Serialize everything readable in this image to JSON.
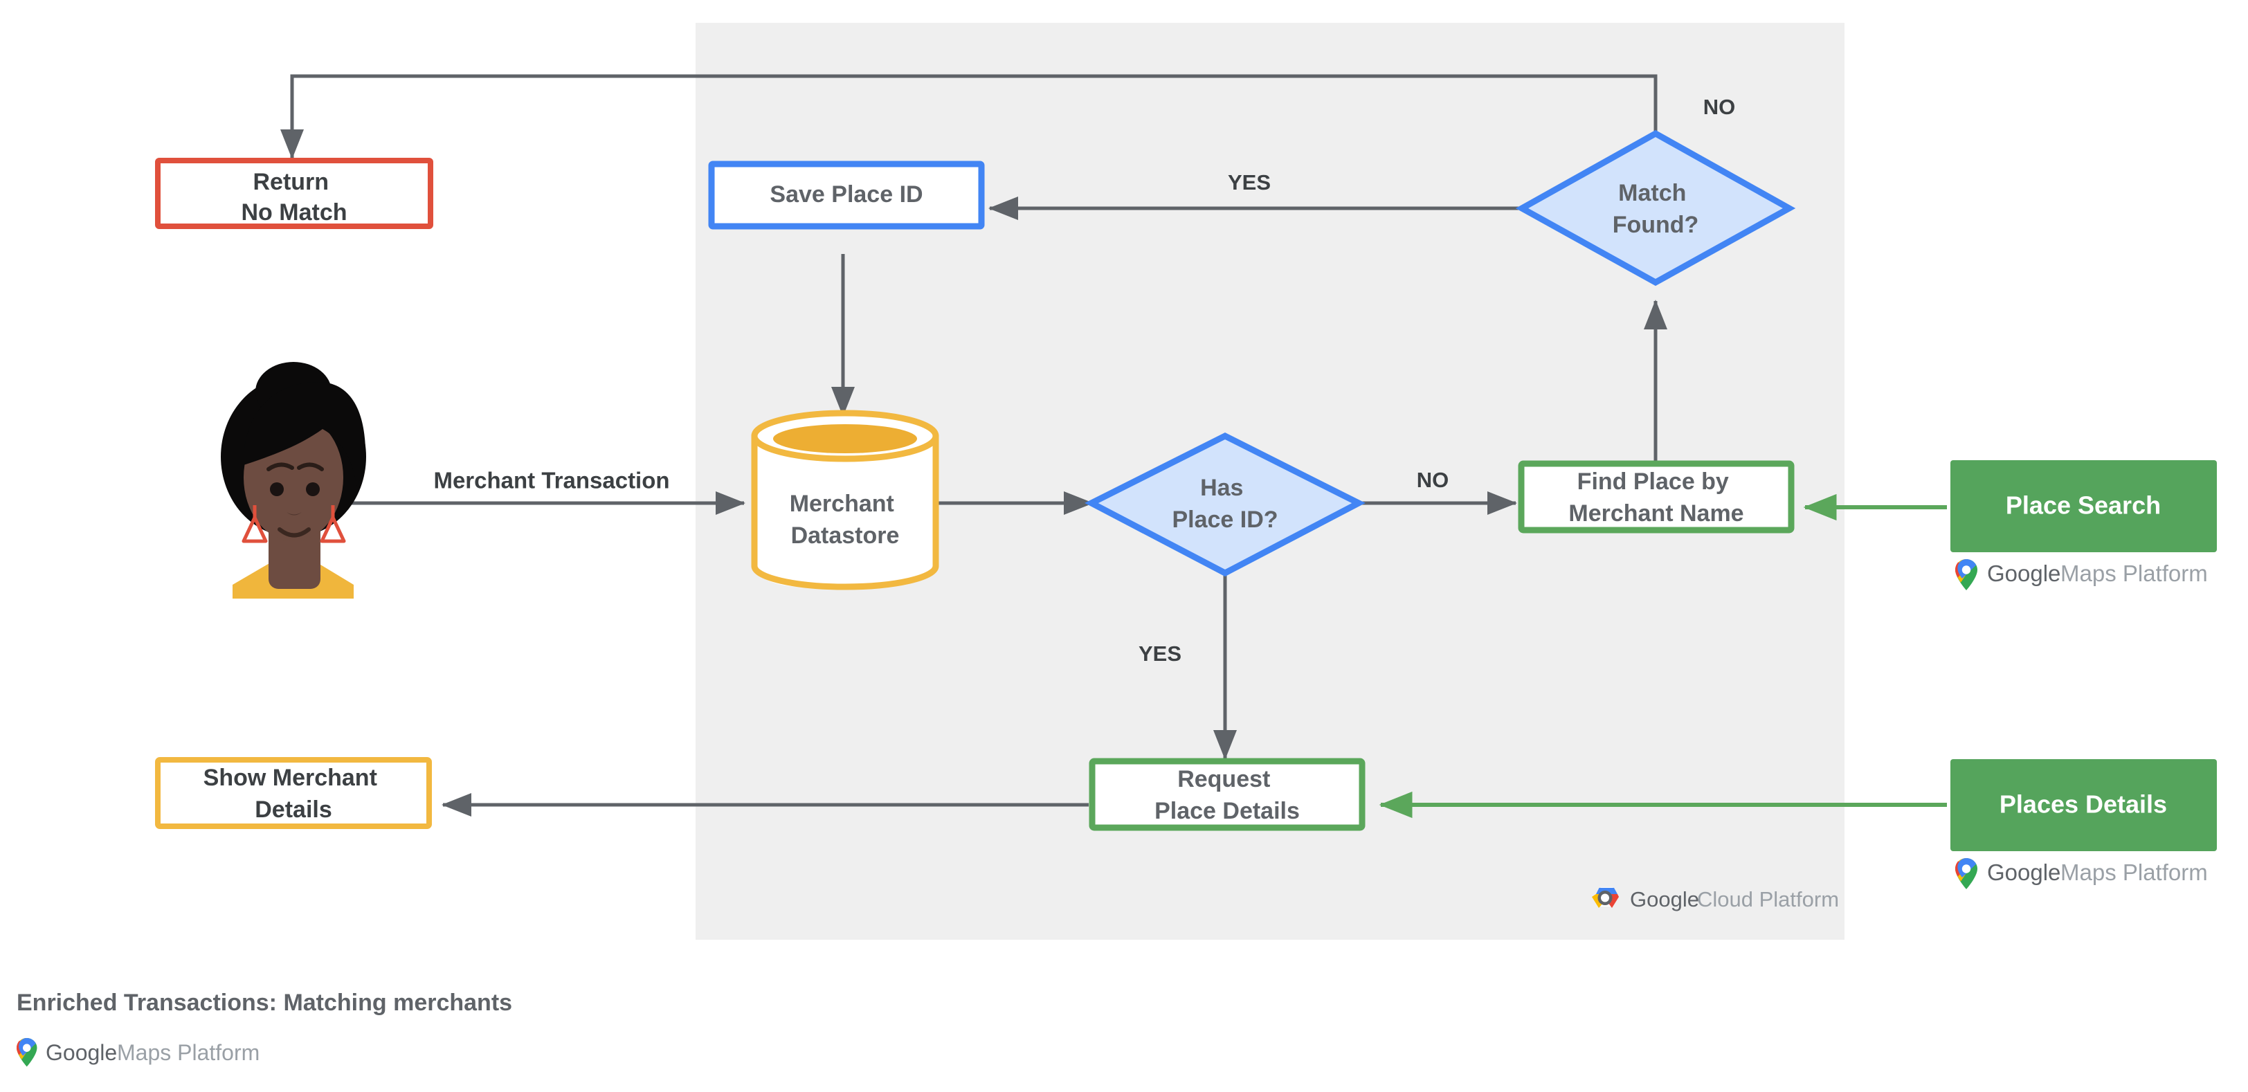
{
  "diagram": {
    "title": "Enriched Transactions: Matching merchants",
    "panel": {
      "name": "google-cloud-platform-panel",
      "fill": "#efefef"
    },
    "colors": {
      "blue": "#4285f4",
      "blue_fill": "#d2e3fc",
      "green": "#5ba75b",
      "yellow": "#f2b840",
      "red": "#e0503c",
      "gray_line": "#5f6368",
      "text": "#5f6368",
      "panel_bg": "#efefef"
    },
    "actor": {
      "name": "merchant-customer-avatar",
      "skin": "#6d4c41",
      "hair": "#000000",
      "shirt": "#f2b840",
      "earrings": "#e0503c"
    },
    "nodes": [
      {
        "id": "return-no-match",
        "label_lines": [
          "Return",
          "No Match"
        ],
        "shape": "rect",
        "style": "outline-red"
      },
      {
        "id": "save-place-id",
        "label_lines": [
          "Save Place ID"
        ],
        "shape": "rect",
        "style": "outline-blue"
      },
      {
        "id": "merchant-datastore",
        "label_lines": [
          "Merchant",
          "Datastore"
        ],
        "shape": "cylinder",
        "style": "outline-yellow"
      },
      {
        "id": "has-place-id",
        "label_lines": [
          "Has",
          "Place ID?"
        ],
        "shape": "diamond",
        "style": "fill-blue"
      },
      {
        "id": "match-found",
        "label_lines": [
          "Match",
          "Found?"
        ],
        "shape": "diamond",
        "style": "fill-blue"
      },
      {
        "id": "find-place-by-merchant-name",
        "label_lines": [
          "Find Place by",
          "Merchant Name"
        ],
        "shape": "rect",
        "style": "outline-green"
      },
      {
        "id": "request-place-details",
        "label_lines": [
          "Request",
          "Place Details"
        ],
        "shape": "rect",
        "style": "outline-green"
      },
      {
        "id": "show-merchant-details",
        "label_lines": [
          "Show Merchant",
          "Details"
        ],
        "shape": "rect",
        "style": "outline-yellow"
      },
      {
        "id": "place-search",
        "label_lines": [
          "Place Search"
        ],
        "shape": "rect",
        "style": "fill-green"
      },
      {
        "id": "places-details",
        "label_lines": [
          "Places Details"
        ],
        "shape": "rect",
        "style": "fill-green"
      }
    ],
    "edge_labels": [
      {
        "id": "merchant-transaction",
        "text": "Merchant Transaction"
      },
      {
        "id": "has-place-id-no",
        "text": "NO"
      },
      {
        "id": "has-place-id-yes",
        "text": "YES"
      },
      {
        "id": "match-found-yes",
        "text": "YES"
      },
      {
        "id": "match-found-no",
        "text": "NO"
      }
    ],
    "logos": [
      {
        "id": "gmp-place-search",
        "name": "google-maps-platform-logo",
        "word1": "Google",
        "word2": "Maps Platform"
      },
      {
        "id": "gmp-places-details",
        "name": "google-maps-platform-logo",
        "word1": "Google",
        "word2": "Maps Platform"
      },
      {
        "id": "gcp-panel",
        "name": "google-cloud-platform-logo",
        "word1": "Google",
        "word2": "Cloud Platform"
      },
      {
        "id": "gmp-caption",
        "name": "google-maps-platform-logo",
        "word1": "Google",
        "word2": "Maps Platform"
      }
    ]
  }
}
